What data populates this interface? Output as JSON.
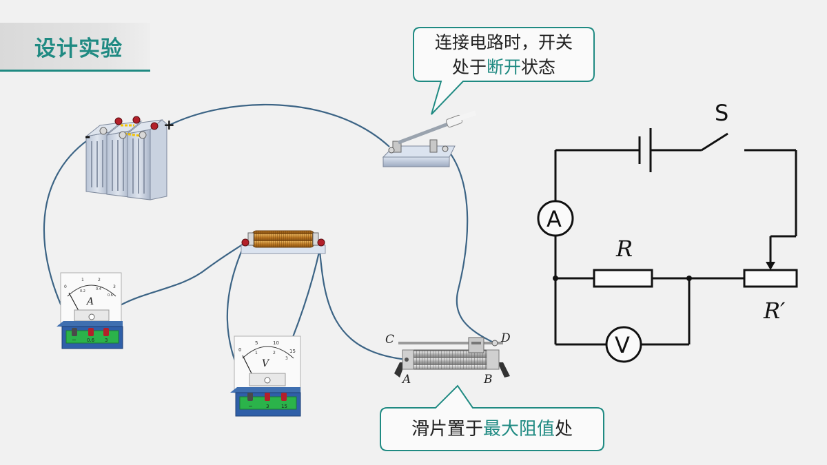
{
  "title": "设计实验",
  "callout_switch": {
    "line1": "连接电路时，开关",
    "line2_before": "处于",
    "line2_highlight": "断开",
    "line2_after": "状态"
  },
  "callout_slider": {
    "before": "滑片置于",
    "highlight": "最大阻值",
    "after": "处"
  },
  "apparatus": {
    "battery_minus": "-",
    "battery_plus": "+",
    "ammeter_letter": "A",
    "ammeter_scale": [
      "0",
      "1",
      "2",
      "3",
      "0.2",
      "0.4",
      "0.6"
    ],
    "ammeter_terminals": [
      "−",
      "0.6",
      "3"
    ],
    "voltmeter_letter": "V",
    "voltmeter_scale": [
      "0",
      "5",
      "10",
      "15",
      "1",
      "2",
      "3"
    ],
    "voltmeter_terminals": [
      "−",
      "3",
      "15"
    ],
    "rheostat_labels": {
      "c": "C",
      "d": "D",
      "a": "A",
      "b": "B"
    }
  },
  "schematic": {
    "switch_label": "S",
    "ammeter_label": "A",
    "voltmeter_label": "V",
    "resistor_label": "R",
    "rheostat_label": "R′"
  },
  "colors": {
    "accent": "#1f8a82",
    "wire": "#3c6485",
    "schematic_line": "#111111",
    "terminal": "#b3202a"
  }
}
